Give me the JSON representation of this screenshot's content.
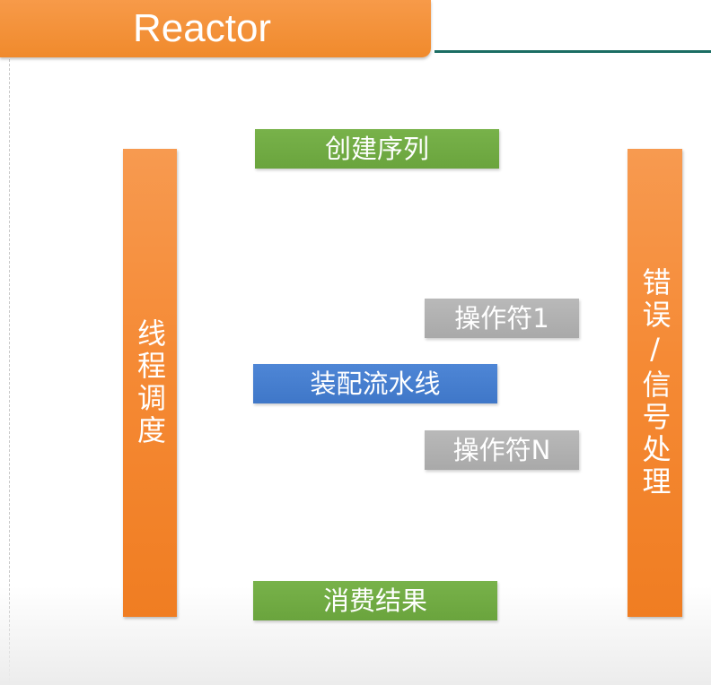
{
  "title": "Reactor",
  "colors": {
    "title_bar": "#f39542",
    "title_rule": "#1b6d63",
    "orange_bar": "#f5893a",
    "green_box": "#6faa42",
    "blue_box": "#4a80d0",
    "gray_box": "#b0b0b0"
  },
  "diagram": {
    "left_bar": "线程调度",
    "right_bar": "错误/信号处理",
    "create_sequence": "创建序列",
    "operator_1": "操作符1",
    "assemble_pipeline": "装配流水线",
    "operator_n": "操作符N",
    "consume_result": "消费结果"
  }
}
